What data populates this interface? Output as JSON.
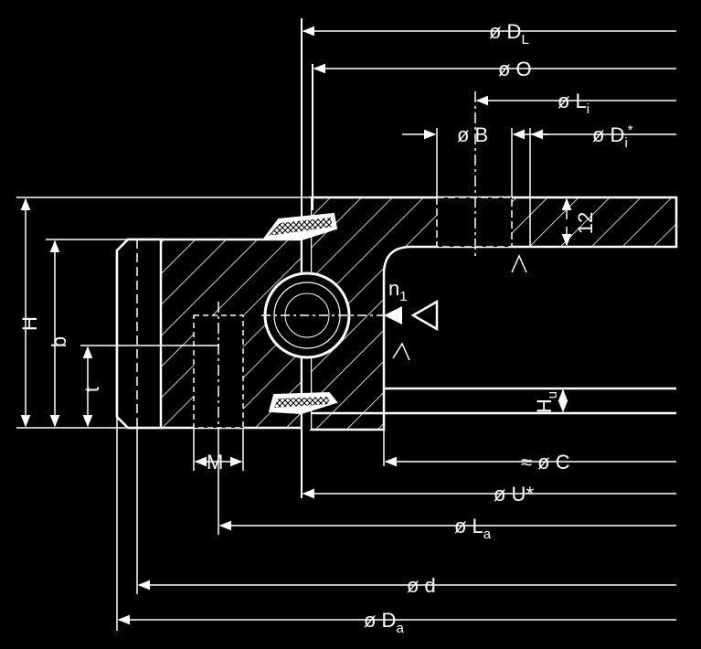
{
  "colors": {
    "background": "#000000",
    "line": "#ffffff",
    "hatch": "#ffffff"
  },
  "labels": {
    "dl": {
      "main": "ø D",
      "sub": "L"
    },
    "o": {
      "main": "ø O"
    },
    "li": {
      "main": "ø L",
      "sub": "i"
    },
    "b": {
      "main": "ø B"
    },
    "di": {
      "main": "ø D",
      "sub": "i",
      "sup": "*"
    },
    "twelve": "12",
    "n1": {
      "main": "n",
      "sub": "1"
    },
    "h_left": "H",
    "b_left": "b",
    "t_left": "t",
    "hu": {
      "main": "H",
      "sub": "u"
    },
    "m": "M",
    "c": "≈ ø C",
    "u": "ø U*",
    "la": {
      "main": "ø L",
      "sub": "a"
    },
    "d": "ø d",
    "da": {
      "main": "ø D",
      "sub": "a"
    }
  },
  "symbols": {
    "triangle": "triangle-icon",
    "arrow": "arrow-right-icon",
    "caret": "caret-up-icon"
  }
}
